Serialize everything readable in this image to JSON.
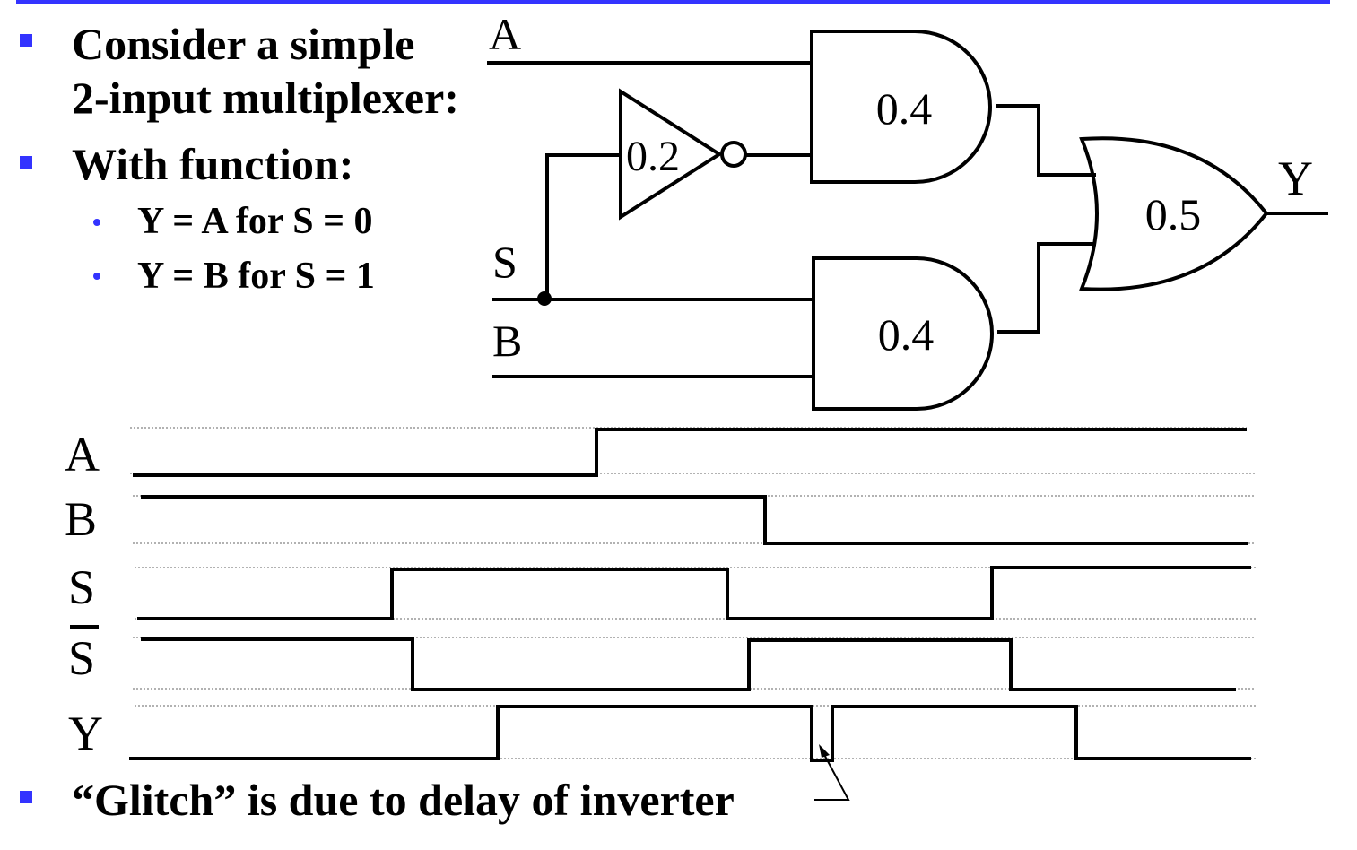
{
  "colors": {
    "accent": "#3333ff",
    "ink": "#000000"
  },
  "bullets": {
    "b1_line1": "Consider a simple",
    "b1_line2": "2-input multiplexer:",
    "b2": "With function:",
    "sub1": "Y = A for  S = 0",
    "sub2": "Y = B for  S = 1",
    "b3": "“Glitch” is due to delay of inverter"
  },
  "circuit": {
    "input_a": "A",
    "input_s": "S",
    "input_b": "B",
    "output_y": "Y",
    "inverter_delay": "0.2",
    "and_top_delay": "0.4",
    "and_bottom_delay": "0.4",
    "or_delay": "0.5"
  },
  "timing": {
    "labels": {
      "a": "A",
      "b": "B",
      "s": "S",
      "s_bar": "S",
      "y": "Y"
    }
  }
}
